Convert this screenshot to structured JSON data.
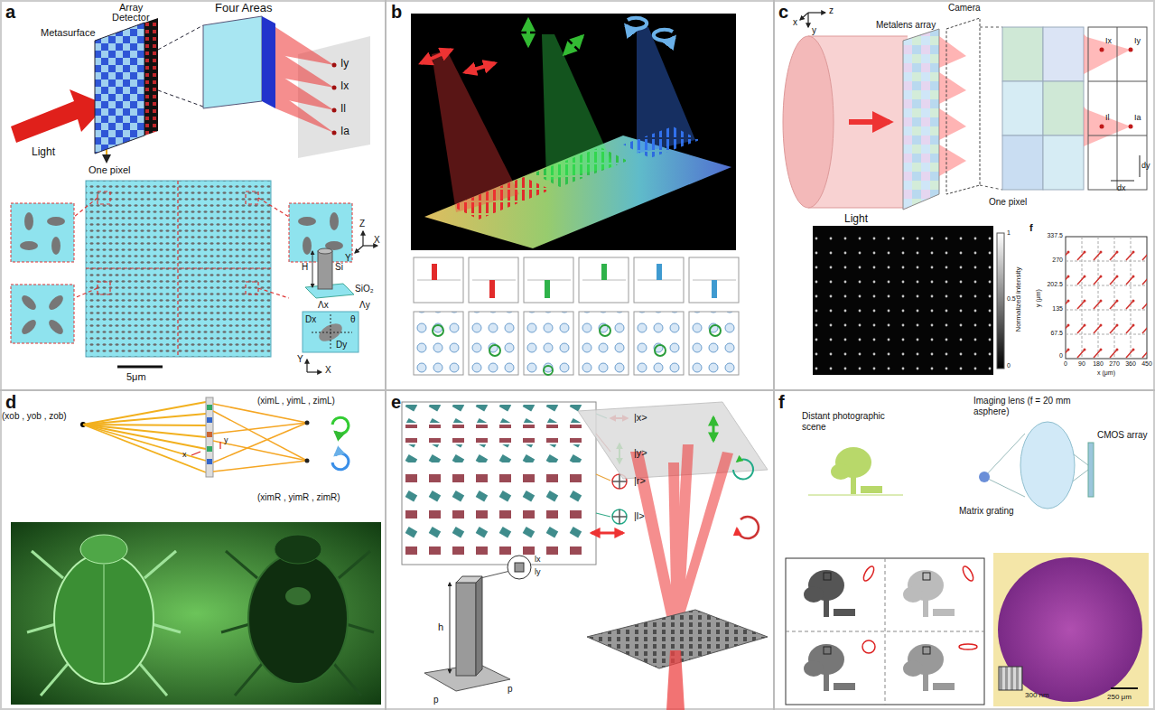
{
  "diagram": {
    "labels": [
      "a",
      "Array",
      "Detector",
      "Metasurface",
      "Four Areas",
      "Light",
      "One pixel",
      "Iy",
      "Ix",
      "Il",
      "Ia",
      "H",
      "Si",
      "SiO₂",
      "Λx",
      "Λy",
      "Z",
      "X",
      "Y",
      "Dx",
      "Dy",
      "θ",
      "Y",
      "X",
      "5μm",
      "b",
      "c",
      "z",
      "x",
      "y",
      "Metalens array",
      "Camera",
      "Light",
      "One pixel",
      "Ix",
      "Iy",
      "Il",
      "Ia",
      "dy",
      "dx",
      "Normalized intensity",
      "1",
      "0.5",
      "0",
      "f",
      "337.5",
      "270",
      "202.5",
      "135",
      "67.5",
      "0",
      "0",
      "90",
      "180",
      "270",
      "360",
      "450",
      "x (μm)",
      "y (μm)",
      "d",
      "(xob , yob , zob)",
      "(ximL , yimL , zimL)",
      "(ximR , yimR , zimR)",
      "x",
      "y",
      "e",
      "|x>",
      "|y>",
      "|r>",
      "|l>",
      "h",
      "lx",
      "ly",
      "p",
      "p",
      "f",
      "Distant photographic scene",
      "Imaging lens (f = 20 mm asphere)",
      "CMOS array",
      "Matrix grating",
      "300 nm",
      "250 μm"
    ]
  }
}
